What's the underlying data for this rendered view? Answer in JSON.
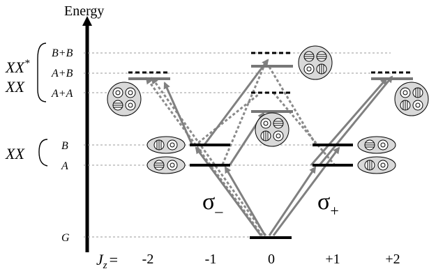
{
  "axis": {
    "title": "Energy",
    "jz_label": "J",
    "jz_subscript": "z",
    "jz_equals": "=",
    "ticks": [
      "-2",
      "-1",
      "0",
      "+1",
      "+2"
    ]
  },
  "groups": {
    "xx_star_main": "XX",
    "xx_star_sup": "*",
    "xx_star_second": "XX",
    "xx_lower": "XX"
  },
  "levels": {
    "b_plus_b": "B+B",
    "a_plus_b": "A+B",
    "a_plus_a": "A+A",
    "b": "B",
    "a": "A",
    "g": "G"
  },
  "polarization": {
    "minus_sym": "σ",
    "minus_sub": "–",
    "plus_sym": "σ",
    "plus_sub": "+"
  },
  "colors": {
    "solid_level": "#000000",
    "biexciton_level": "#777777",
    "transition_arrow": "#808080",
    "dotted_arrow": "#8a8a8a",
    "bubble_fill": "#d9d9d9",
    "guide_line": "#9a9a9a"
  }
}
